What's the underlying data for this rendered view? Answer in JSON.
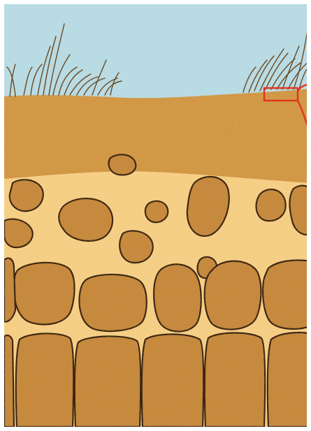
{
  "scene": {
    "subject": "soil-profile-illustration",
    "colors": {
      "sky": "#b9dbe3",
      "topsoil": "#d69a45",
      "topsoil_speckle": "#6b3f18",
      "subsoil_matrix": "#f6cf86",
      "clod_fill": "#c98a3c",
      "clod_outline": "#3a2410",
      "grass": "#6a4a22",
      "marker": "#e3321f",
      "background": "#ffffff"
    },
    "layers": [
      "sky",
      "grass",
      "topsoil",
      "blocky-subsoil",
      "columnar-subsoil"
    ],
    "marker": {
      "shape": "rectangle-with-leader-line",
      "color_key": "marker"
    }
  }
}
